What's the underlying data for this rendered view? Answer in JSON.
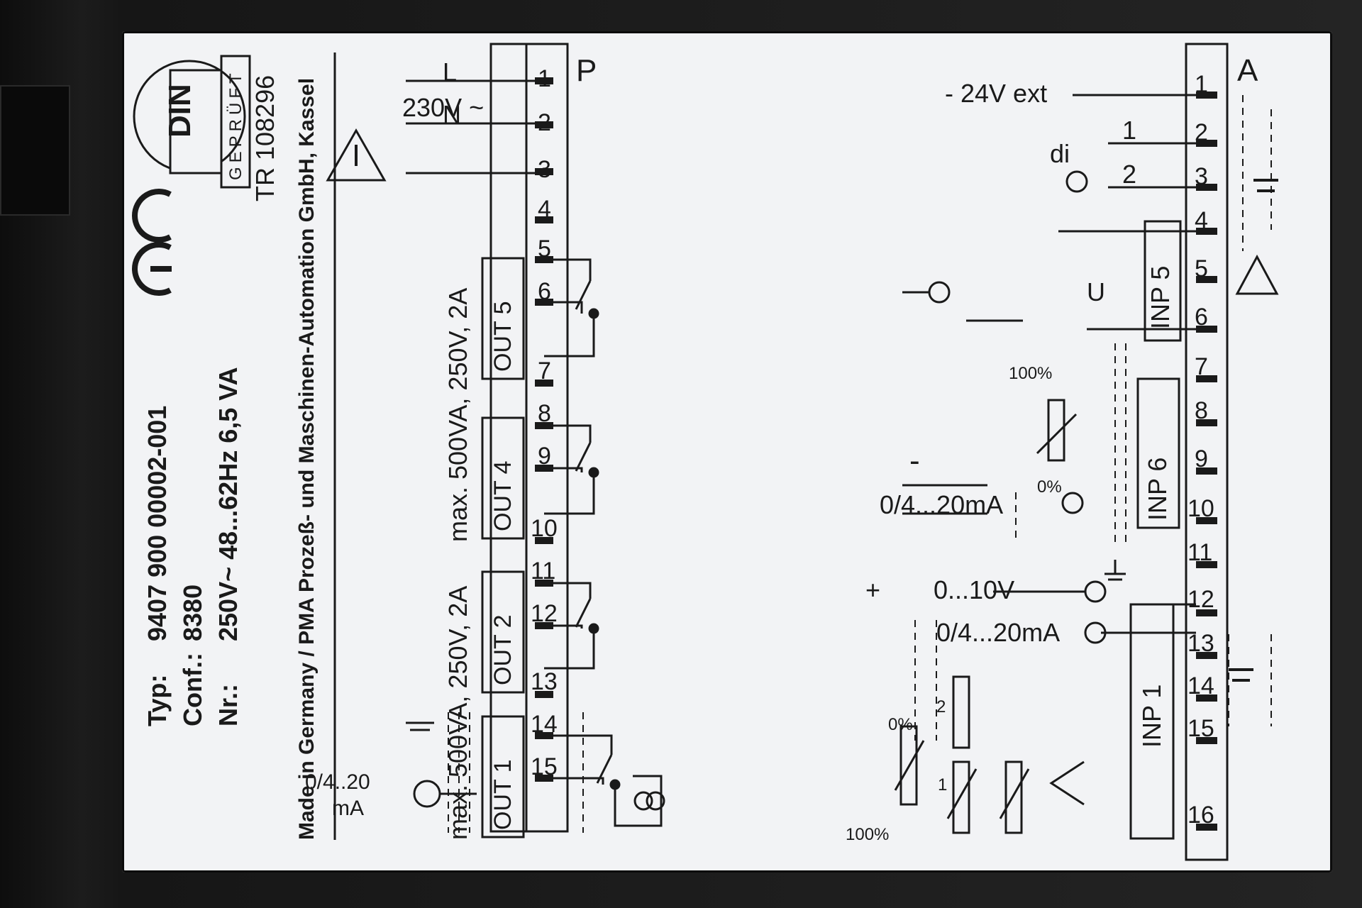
{
  "approval": {
    "din_mark": "DIN",
    "gepruft": "GEPRÜFT",
    "tr_number": "TR 108296",
    "ce_mark": "CE"
  },
  "info": {
    "typ_label": "Typ:",
    "typ_value": "9407 900 00002-001",
    "conf_label": "Conf.:",
    "conf_value": "8380",
    "nr_label": "Nr.:",
    "supply_rating": "250V~ 48...62Hz 6,5 VA",
    "maker": "Made in Germany / PMA Prozeß- und Maschinen-Automation GmbH, Kassel"
  },
  "power": {
    "voltage": "230V ~",
    "l": "L",
    "n": "N"
  },
  "block_p": {
    "letter": "P",
    "terminals": [
      "1",
      "2",
      "3",
      "4",
      "5",
      "6",
      "7",
      "8",
      "9",
      "10",
      "11",
      "12",
      "13",
      "14",
      "15"
    ],
    "outputs": [
      "OUT 5",
      "OUT 4",
      "OUT 2",
      "OUT 1"
    ],
    "rating_relay_top": "max. 500VA, 250V, 2A",
    "rating_relay_bottom": "max. 500VA, 250V, 2A",
    "analog_out": "0/4..20",
    "analog_unit": "mA"
  },
  "block_a": {
    "letter": "A",
    "terminals": [
      "1",
      "2",
      "3",
      "4",
      "5",
      "6",
      "7",
      "8",
      "9",
      "10",
      "11",
      "12",
      "13",
      "14",
      "15",
      "16"
    ],
    "ext_supply": "- 24V ext",
    "di": "di",
    "di_1": "1",
    "di_2": "2",
    "inputs": [
      "INP 5",
      "INP 6",
      "INP 1"
    ],
    "u": "U",
    "pct_100": "100%",
    "pct_0": "0%",
    "ma_range": "0/4...20mA",
    "v_range": "0...10V",
    "ma_range_2": "0/4...20mA",
    "pct_0_b": "0%",
    "pct_100_b": "100%",
    "one": "1",
    "two": "2",
    "plus": "+",
    "minus": "-"
  }
}
